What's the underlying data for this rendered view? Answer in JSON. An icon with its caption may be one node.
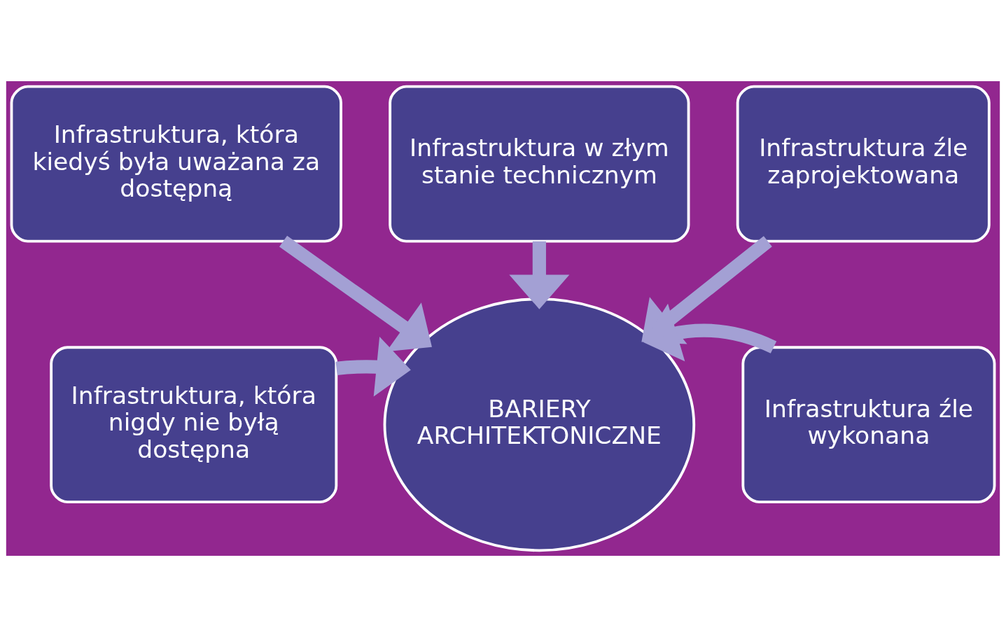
{
  "diagram": {
    "nodes": [
      {
        "text": [
          "Infrastruktura w złym stanie technicznym"
        ]
      },
      {
        "text": [
          "Infrastruktura, która kiedyś była uważana za dostępną"
        ]
      },
      {
        "text": [
          "Infrastruktura źle zaprojektowana"
        ]
      },
      {
        "text": [
          "Infrastruktura, która nigdy nie byłą dostępna"
        ]
      },
      {
        "text": [
          "BARIERY ARCHITEKTONICZNE"
        ]
      },
      {
        "text": [
          "Infrastruktura źle wykonana"
        ]
      }
    ],
    "edges": [
      {
        "from": 0,
        "to": 4,
        "arrow": "to"
      },
      {
        "from": 1,
        "to": 4,
        "arrow": "to"
      },
      {
        "from": 2,
        "to": 4,
        "arrow": "to"
      },
      {
        "from": 3,
        "to": 4,
        "arrow": "to"
      },
      {
        "from": 5,
        "to": 4,
        "arrow": "to"
      }
    ]
  }
}
